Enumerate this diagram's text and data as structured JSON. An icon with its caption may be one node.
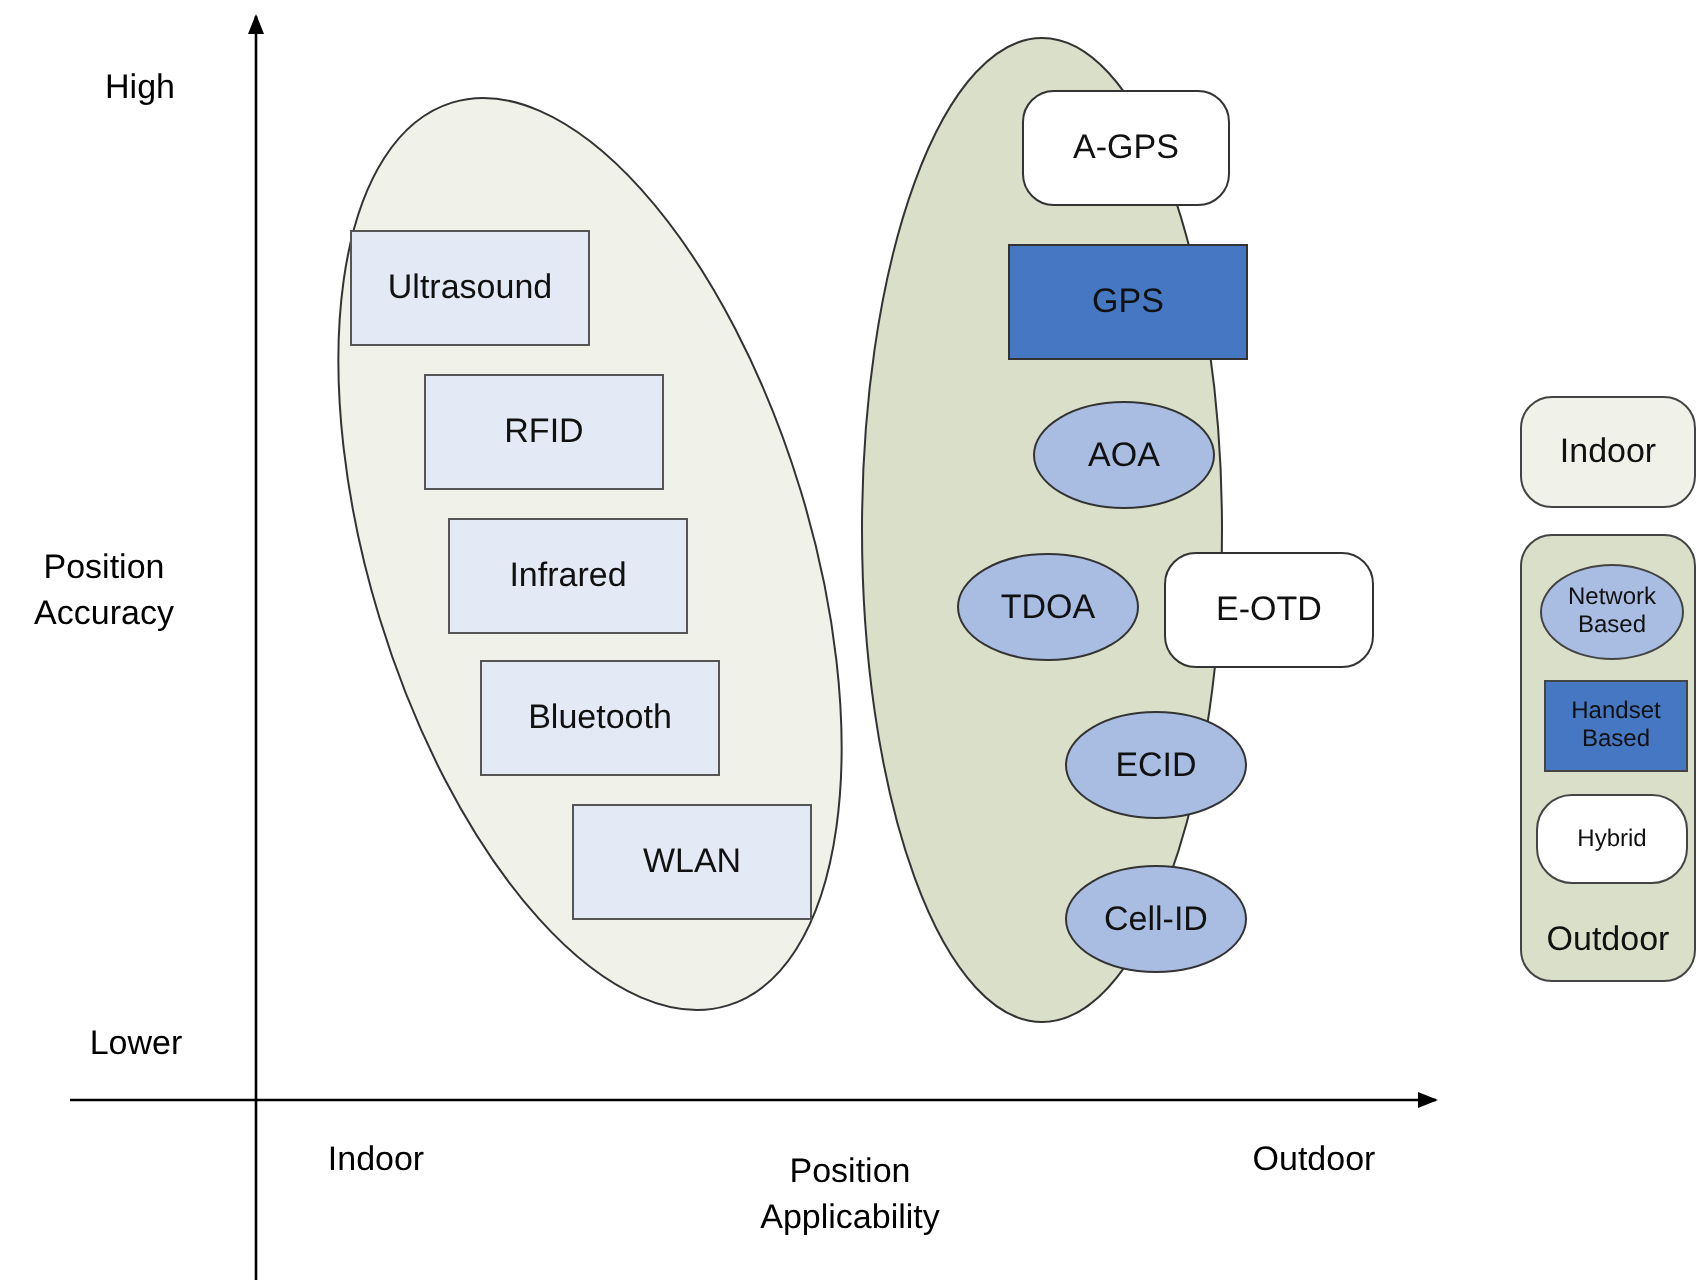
{
  "diagram": {
    "nodes": [
      {
        "text": [],
        "shape": "ellipse"
      },
      {
        "text": [
          "Ultrasound"
        ],
        "in": 0
      },
      {
        "text": [
          "RFID"
        ],
        "in": 0
      },
      {
        "text": [
          "Infrared"
        ],
        "in": 0
      },
      {
        "text": [
          "Bluetooth"
        ],
        "in": 0
      },
      {
        "text": [
          "WLAN"
        ],
        "in": 0
      },
      {
        "text": [],
        "shape": "ellipse"
      },
      {
        "text": [
          "A-GPS"
        ],
        "in": 6
      },
      {
        "text": [
          "GPS"
        ],
        "in": 6
      },
      {
        "text": [
          "AOA"
        ],
        "in": 6
      },
      {
        "text": [
          "TDOA"
        ],
        "in": 6
      },
      {
        "text": [
          "E-OTD"
        ]
      },
      {
        "text": [
          "ECID"
        ],
        "in": 6
      },
      {
        "text": [
          "Cell-ID"
        ],
        "in": 6
      }
    ],
    "edges": [],
    "labels": [
      "High",
      "Position Accuracy",
      "Lower",
      "Indoor",
      "Position Applicability",
      "Outdoor"
    ],
    "legend": [
      {
        "text": "Indoor",
        "color": "#f0f1e8"
      },
      {
        "text": "Network Based",
        "color": "#a9bde2"
      },
      {
        "text": "Handset Based",
        "color": "#4677c3"
      },
      {
        "text": "Hybrid",
        "color": "#ffffff"
      },
      {
        "text": "Outdoor",
        "color": "#d9dfc8"
      }
    ]
  }
}
